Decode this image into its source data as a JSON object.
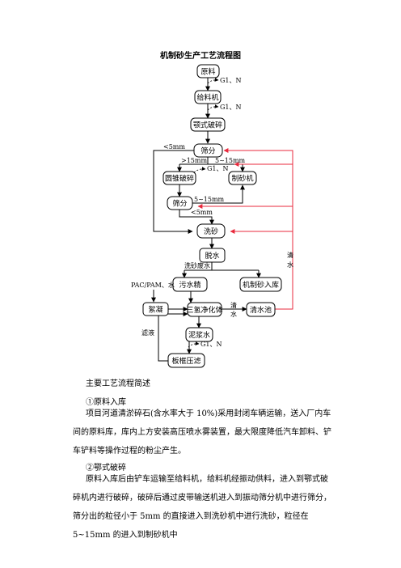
{
  "title": "机制砂生产工艺流程图",
  "nodes": {
    "raw": "原料",
    "feeder": "给料机",
    "jaw": "颚式破碎",
    "screen1": "筛分",
    "cone": "圆锥破碎",
    "sandmaker": "制砂机",
    "screen2": "筛分",
    "wash": "洗砂",
    "dewater": "脱水",
    "sewage_tank": "污水精",
    "storage": "机制砂入库",
    "flocculant": "絮凝",
    "purifier": "三氢净化体",
    "clear_pool": "清水池",
    "slurry": "泥浆水",
    "filter_press": "板框压滤"
  },
  "labels": {
    "g1n_1": "G1、N",
    "g1n_2": "G1、N",
    "g1n_3": "G1、N",
    "g1n_4": "G1、N",
    "lt5_a": "<5mm",
    "gt15": ">15mm",
    "r5_15_a": "5~15mm",
    "r5_15_b": "5~15mm",
    "lt5_b": "<5mm",
    "wash_waste": "洗砂废水",
    "pac_pam": "PAC/PAM、水",
    "clear_water_a": "清",
    "clear_water_b": "水",
    "clear_water_c": "清",
    "clear_water_d": "水",
    "filtrate": "滤液"
  },
  "text": {
    "section_heading": "主要工艺流程简述",
    "item1_heading": "①原料入库",
    "para1": "项目河道清淤碎石(含水率大于 10%)采用封闭车辆运输，送入厂内车间的原料库，库内上方安装高压喷水雾装置，最大限度降低汽车卸料、铲车铲料等操作过程的粉尘产生。",
    "item2_heading": "②鄂式破碎",
    "para2": "原料入库后由铲车运输至给料机，给料机经振动供料，进入到鄂式破碎机内进行破碎，破碎后通过皮带输送机进入到振动筛分机中进行筛分，筛分出的粒径小于 5mm 的直接进入到洗砂机中进行洗砂，粒径在 5~15mm 的进入到制砂机中"
  },
  "colors": {
    "line": "#000000",
    "return_line": "#e8293c"
  }
}
